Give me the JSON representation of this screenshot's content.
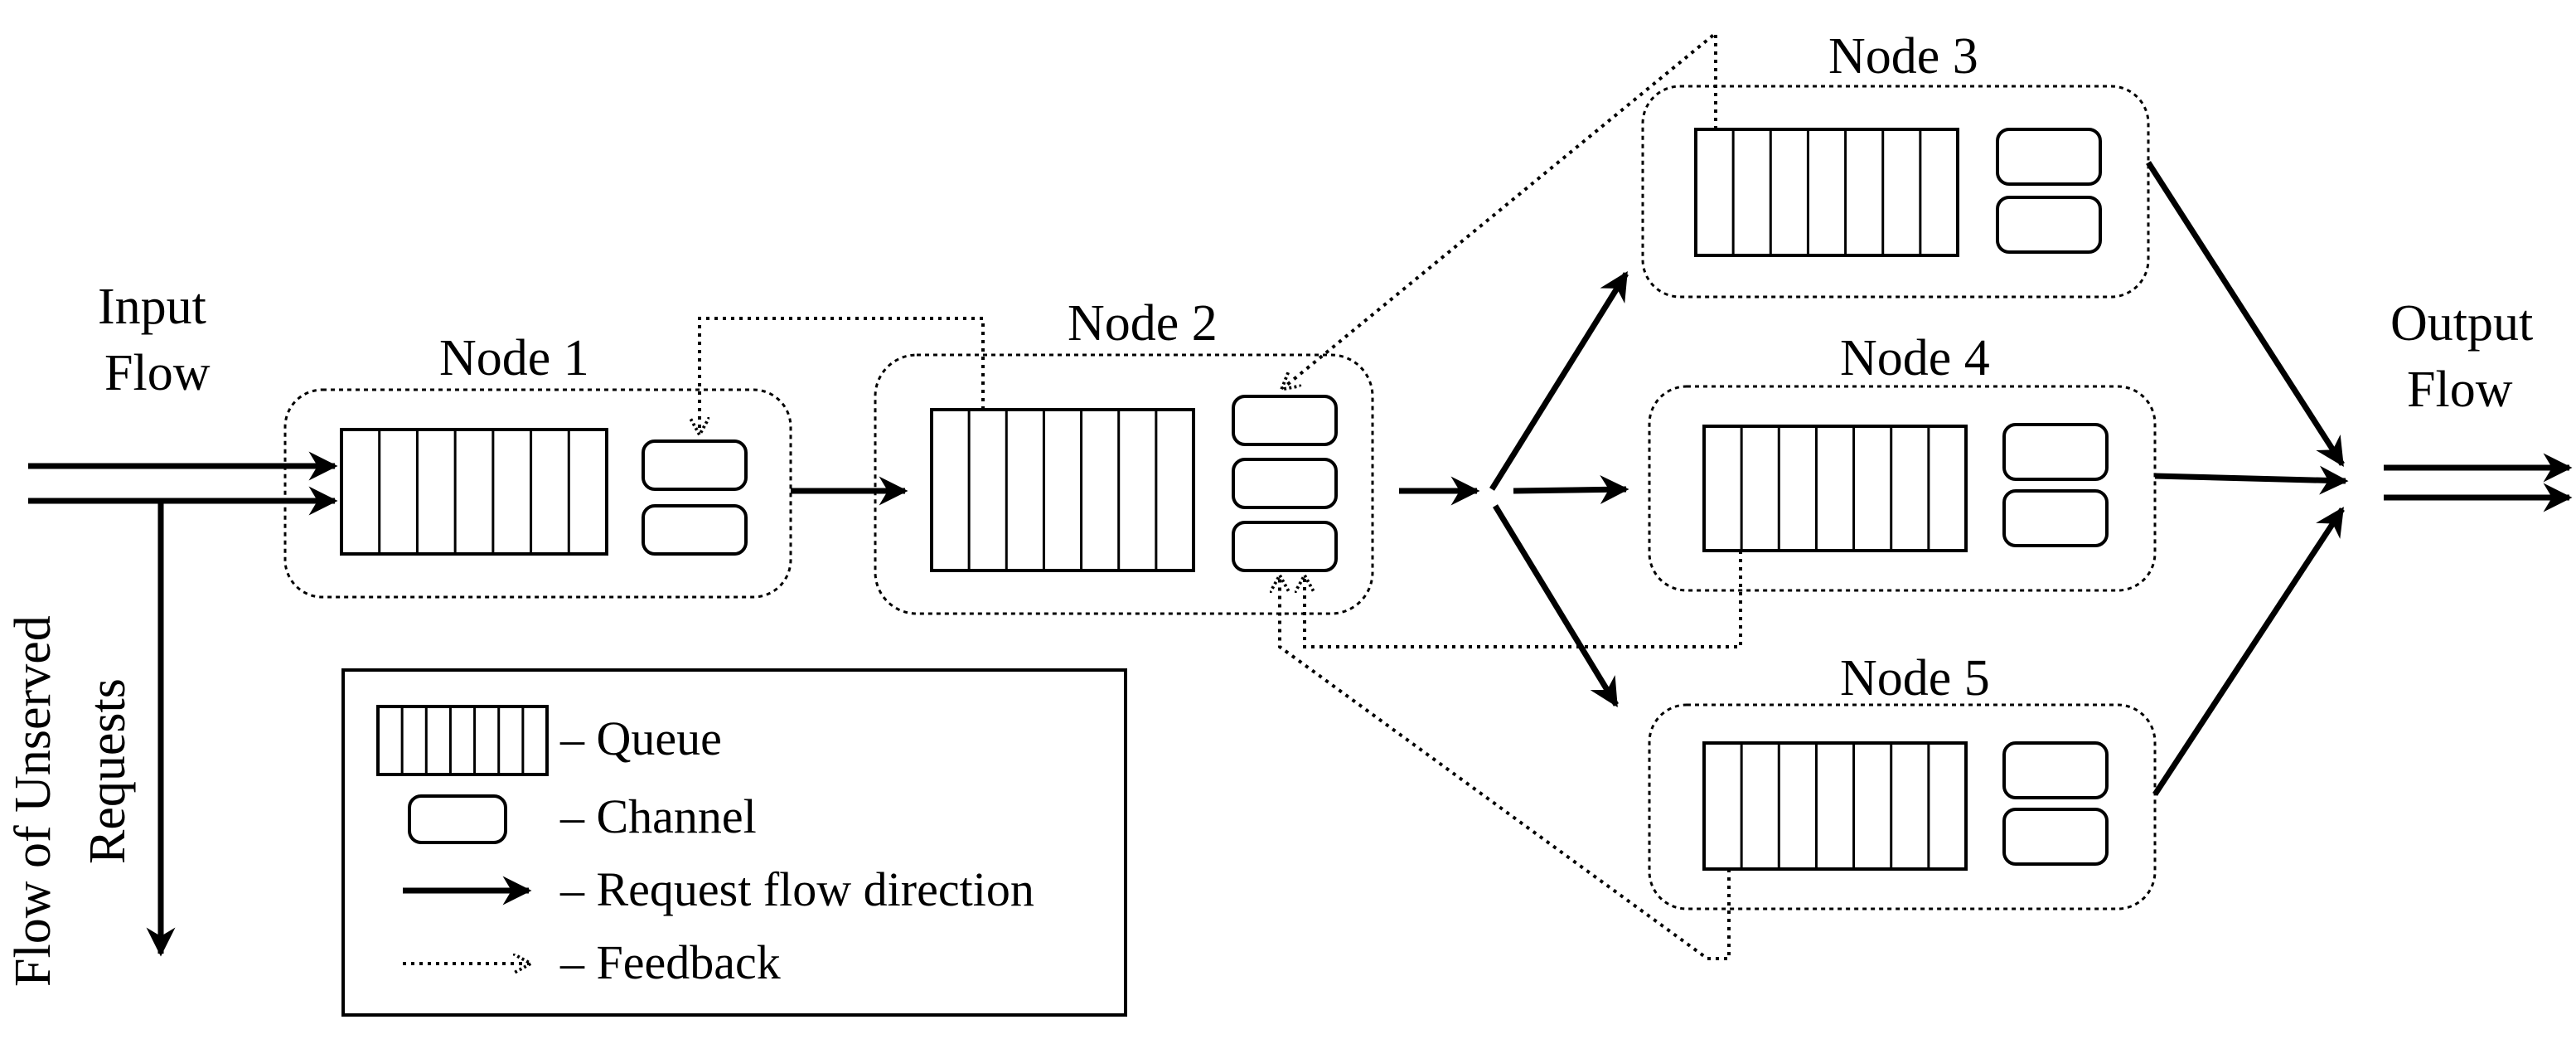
{
  "labels": {
    "input_flow_line1": "Input",
    "input_flow_line2": "Flow",
    "output_flow_line1": "Output",
    "output_flow_line2": "Flow",
    "unserved_line1": "Flow of Unserved",
    "unserved_line2": "Requests"
  },
  "nodes": [
    {
      "name": "Node 1",
      "channels": 2,
      "queue_cells": 7
    },
    {
      "name": "Node 2",
      "channels": 3,
      "queue_cells": 7
    },
    {
      "name": "Node 3",
      "channels": 2,
      "queue_cells": 7
    },
    {
      "name": "Node 4",
      "channels": 2,
      "queue_cells": 7
    },
    {
      "name": "Node 5",
      "channels": 2,
      "queue_cells": 7
    }
  ],
  "legend": {
    "queue": "– Queue",
    "channel": "– Channel",
    "request_flow": "– Request flow direction",
    "feedback": "– Feedback"
  }
}
